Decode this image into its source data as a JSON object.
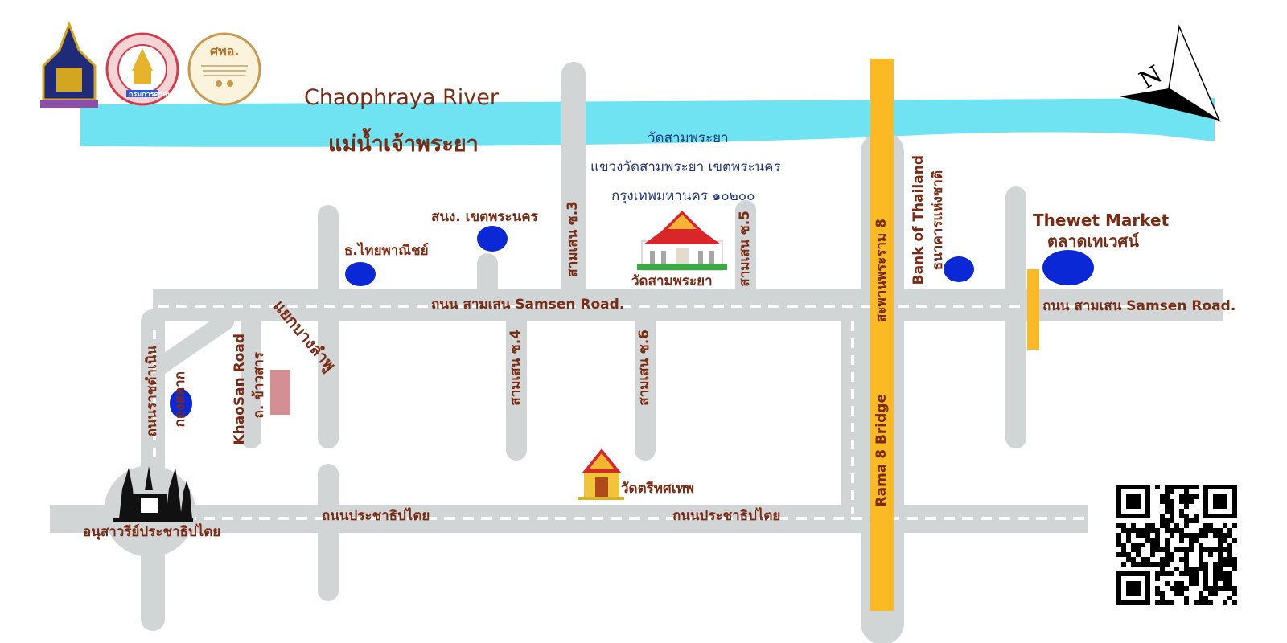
{
  "river": {
    "name_en": "Chaophraya River",
    "name_th": "แม่น้ำเจ้าพระยา",
    "color": "#6fe3f2"
  },
  "address": {
    "line1": "วัดสามพระยา",
    "line2": "แขวงวัดสามพระยา เขตพระนคร",
    "line3": "กรุงเทพมหานคร ๑๐๒๐๐"
  },
  "logos": {
    "seal_2_text": "กรมการศาสนา",
    "seal_3_title": "ศพอ."
  },
  "roads": {
    "samsen_center": "ถนน สามเสน Samsen Road.",
    "samsen_right": "ถนน สามเสน Samsen Road.",
    "prachathipatai_left": "ถนนประชาธิปไตย",
    "prachathipatai_right": "ถนนประชาธิปไตย",
    "ratchadamnoen": "ถนนราชดำเนิน",
    "khaosan": "KhaoSan Road",
    "khaosan_th": "ถ. ข้าวสาร",
    "soi3": "สามเสน ซ.3",
    "soi4": "สามเสน ซ.4",
    "soi5": "สามเสน ซ.5",
    "soi6": "สามเสน ซ.6",
    "rama8_th": "สะพานพระราม 8",
    "rama8_bridge": "Rama 8 Bridge",
    "bang_lamphu": "แยกบางลำพู"
  },
  "places": {
    "police_station": "สนง. เขตพระนคร",
    "scb_bank": "ธ.ไทยพาณิชย์",
    "wat_samphraya": "วัดสามพระยา",
    "wat_tri": "วัดตรีทศเทพ",
    "bot_en": "Bank of Thailand",
    "bot_th": "ธนาคารแห่งชาติ",
    "thewet_en": "Thewet Market",
    "thewet_th": "ตลาดเทเวศน์",
    "kong_slak": "กองสลาก",
    "democracy_monument": "อนุสาวรีย์ประชาธิปไตย"
  },
  "compass": {
    "label": "N"
  },
  "colors": {
    "road": "#d1d5d6",
    "bridge": "#fbb923",
    "marker": "#0a28d6",
    "label": "#7a2b14",
    "pink_block": "#d68e95"
  }
}
